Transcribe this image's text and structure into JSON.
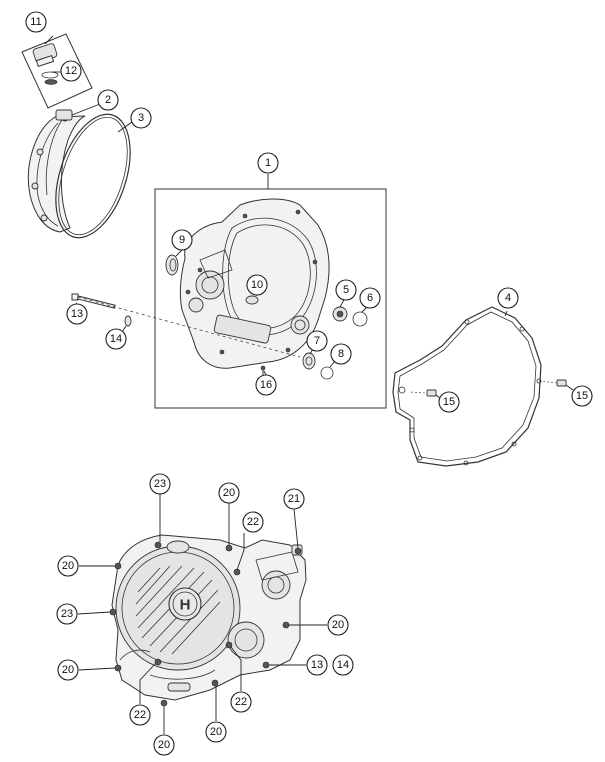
{
  "callouts": [
    {
      "id": "c11",
      "label": "11"
    },
    {
      "id": "c12",
      "label": "12"
    },
    {
      "id": "c2",
      "label": "2"
    },
    {
      "id": "c3",
      "label": "3"
    },
    {
      "id": "c1",
      "label": "1"
    },
    {
      "id": "c9",
      "label": "9"
    },
    {
      "id": "c10",
      "label": "10"
    },
    {
      "id": "c5",
      "label": "5"
    },
    {
      "id": "c6",
      "label": "6"
    },
    {
      "id": "c7",
      "label": "7"
    },
    {
      "id": "c8",
      "label": "8"
    },
    {
      "id": "c16",
      "label": "16"
    },
    {
      "id": "c13a",
      "label": "13"
    },
    {
      "id": "c14a",
      "label": "14"
    },
    {
      "id": "c4",
      "label": "4"
    },
    {
      "id": "c15a",
      "label": "15"
    },
    {
      "id": "c15b",
      "label": "15"
    },
    {
      "id": "c23a",
      "label": "23"
    },
    {
      "id": "c20a",
      "label": "20"
    },
    {
      "id": "c21",
      "label": "21"
    },
    {
      "id": "c22a",
      "label": "22"
    },
    {
      "id": "c20b",
      "label": "20"
    },
    {
      "id": "c23b",
      "label": "23"
    },
    {
      "id": "c20c",
      "label": "20"
    },
    {
      "id": "c20d",
      "label": "20"
    },
    {
      "id": "c13b",
      "label": "13"
    },
    {
      "id": "c14b",
      "label": "14"
    },
    {
      "id": "c22b",
      "label": "22"
    },
    {
      "id": "c22c",
      "label": "22"
    },
    {
      "id": "c20e",
      "label": "20"
    },
    {
      "id": "c20f",
      "label": "20"
    }
  ],
  "logo": {
    "glyph": "H"
  }
}
